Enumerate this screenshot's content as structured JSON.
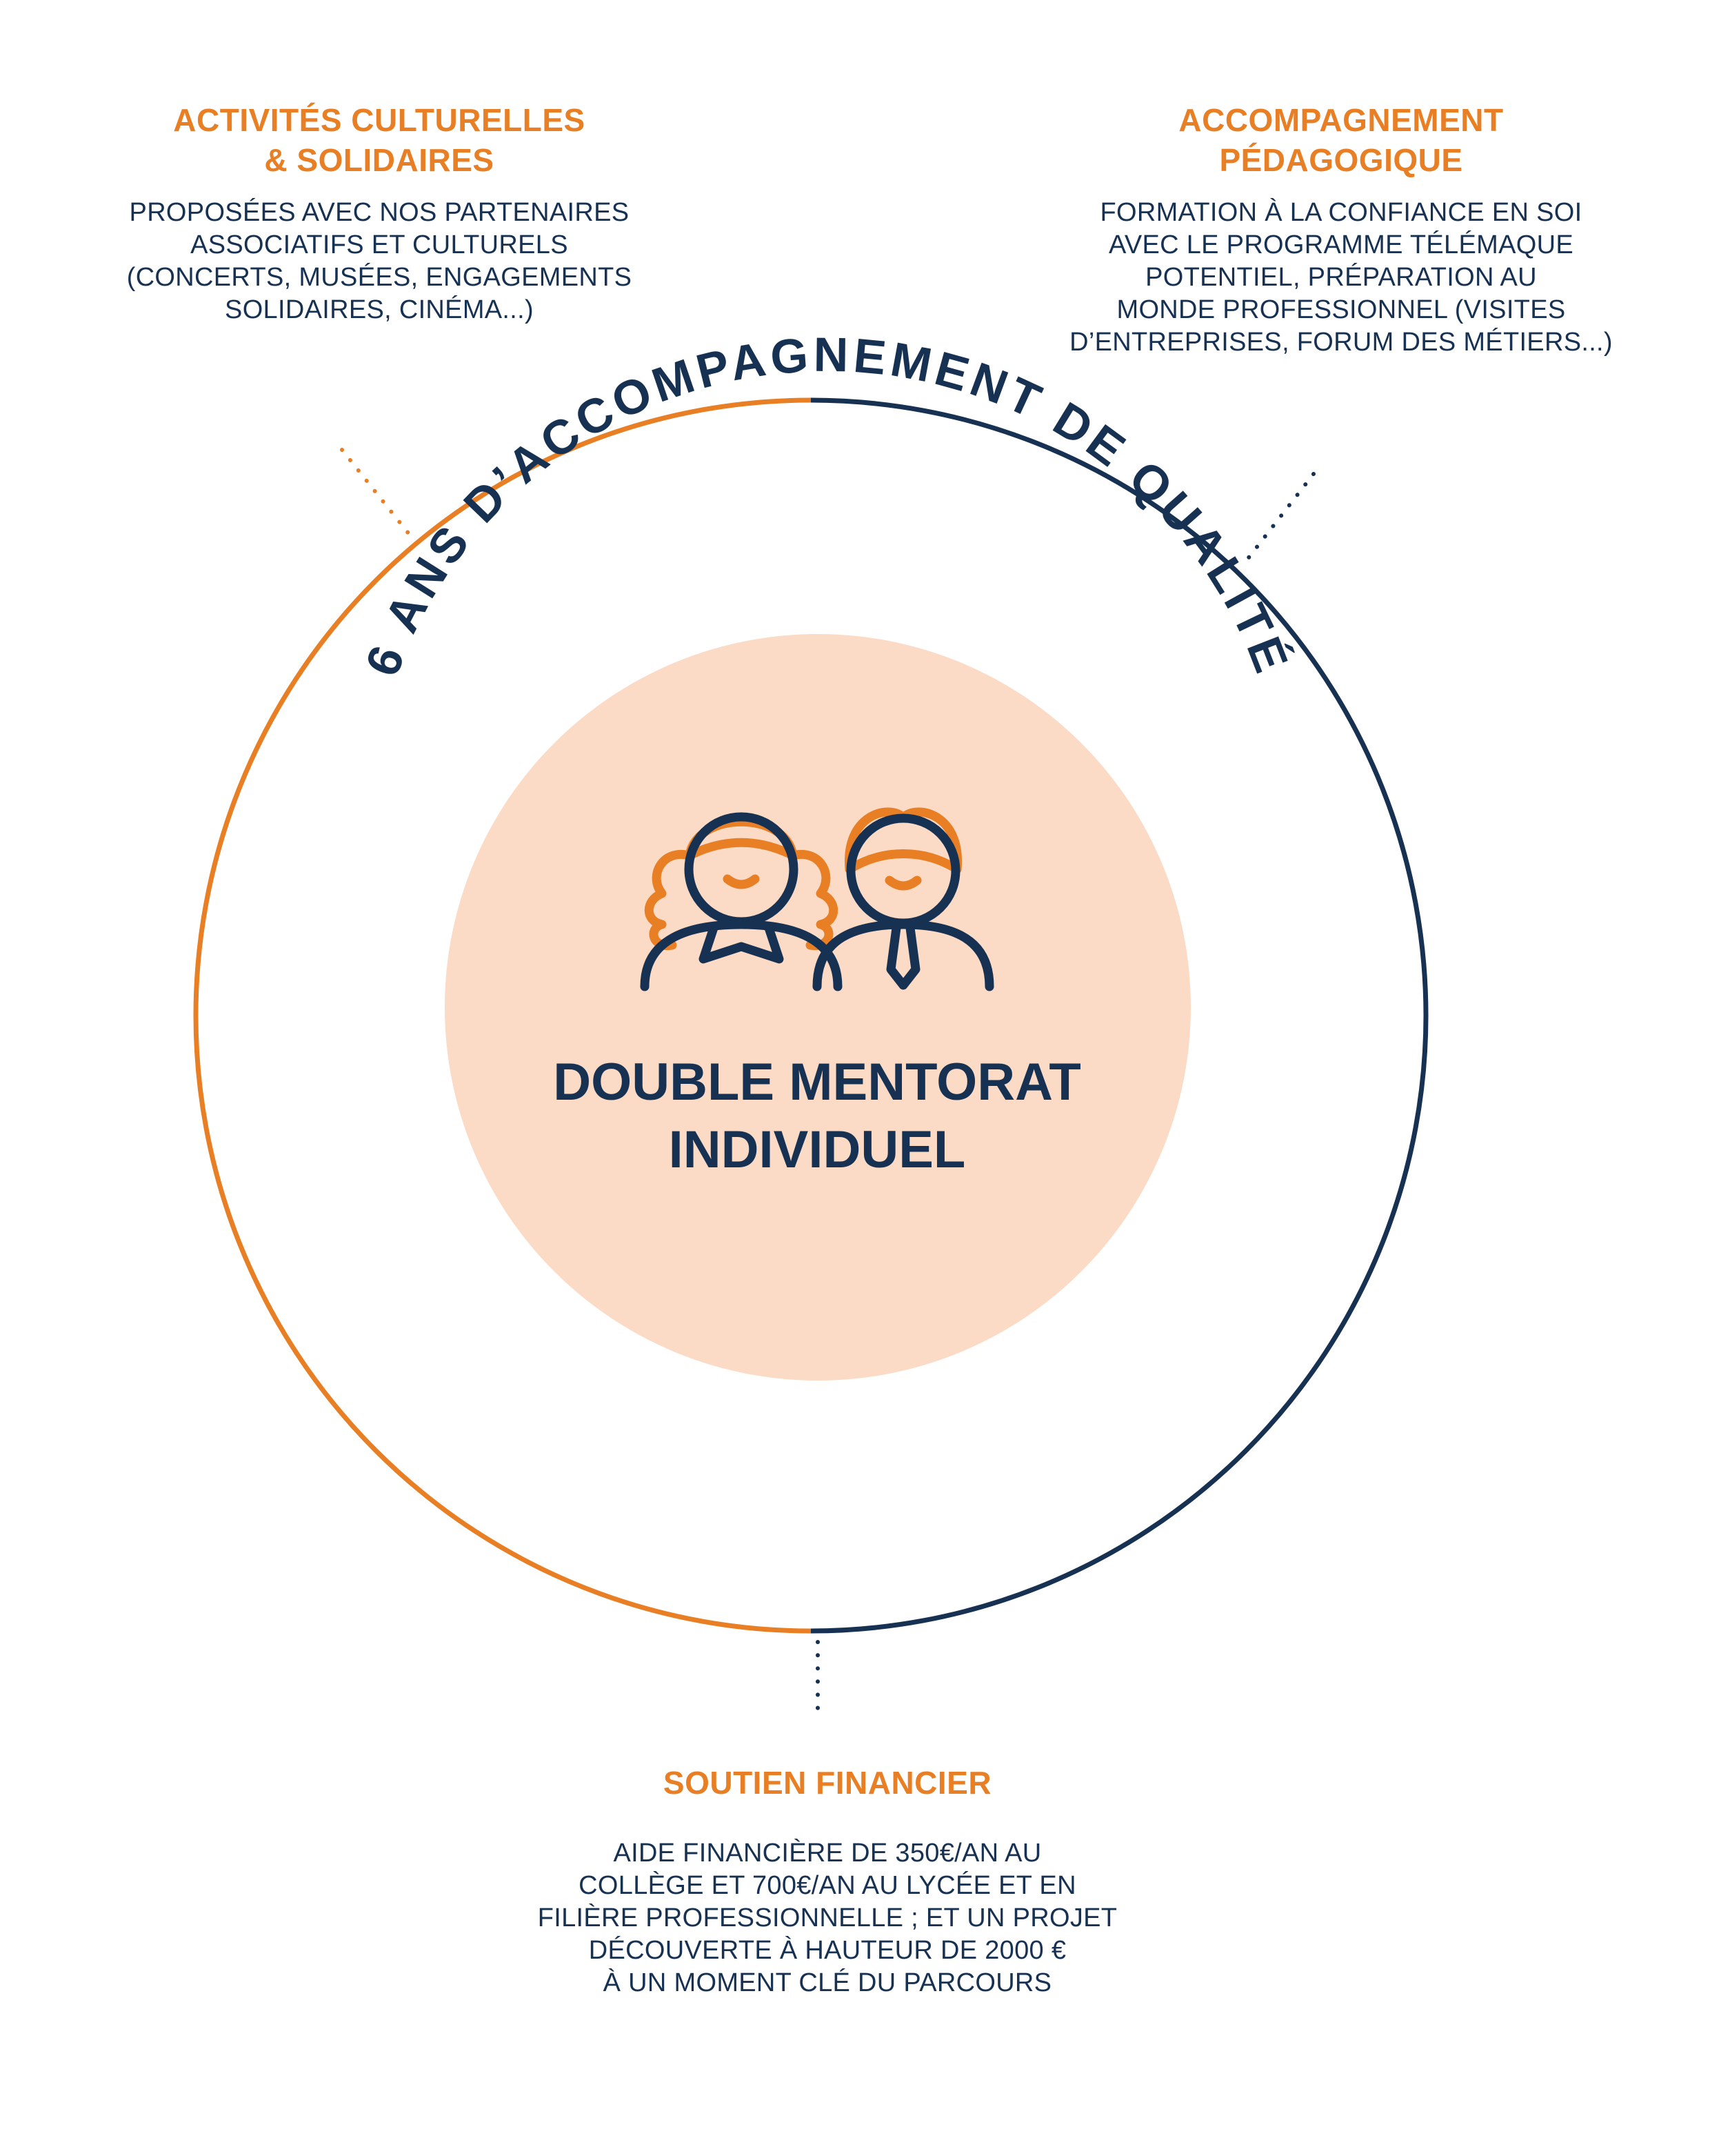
{
  "colors": {
    "orange": "#E97F24",
    "navy": "#173152",
    "peach": "#FBDAC6"
  },
  "ring_text": "6 ANS D’ACCOMPAGNEMENT DE QUALITÉ",
  "center": {
    "icon": "two-mentors-icon",
    "label": "DOUBLE MENTORAT\nINDIVIDUEL"
  },
  "items": {
    "cultural": {
      "title": "ACTIVITÉS CULTURELLES\n& SOLIDAIRES",
      "description": "PROPOSÉES AVEC NOS PARTENAIRES\nASSOCIATIFS ET CULTURELS\n(CONCERTS, MUSÉES, ENGAGEMENTS\nSOLIDAIRES, CINÉMA...)"
    },
    "pedagogical": {
      "title": "ACCOMPAGNEMENT\nPÉDAGOGIQUE",
      "description": "FORMATION À LA CONFIANCE EN SOI\nAVEC LE PROGRAMME TÉLÉMAQUE\nPOTENTIEL, PRÉPARATION AU\nMONDE PROFESSIONNEL (VISITES\nD’ENTREPRISES, FORUM DES MÉTIERS...)"
    },
    "financial": {
      "title": "SOUTIEN FINANCIER",
      "description": "AIDE FINANCIÈRE DE 350€/AN AU\nCOLLÈGE ET 700€/AN AU LYCÉE ET EN\nFILIÈRE PROFESSIONNELLE ; ET UN PROJET\nDÉCOUVERTE À HAUTEUR DE 2000 €\nÀ UN MOMENT CLÉ DU PARCOURS"
    }
  }
}
